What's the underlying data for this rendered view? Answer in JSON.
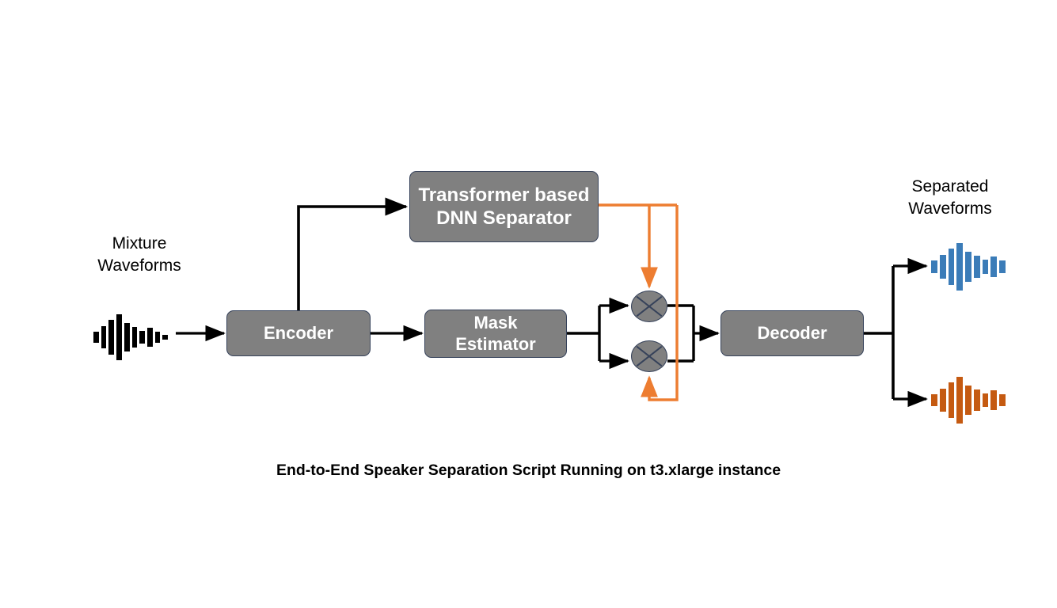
{
  "diagram": {
    "caption": "End-to-End Speaker Separation Script Running on t3.xlarge instance",
    "labels": {
      "mixture": "Mixture\nWaveforms",
      "separated": "Separated\nWaveforms"
    },
    "boxes": {
      "separator": "Transformer based\nDNN Separator",
      "encoder": "Encoder",
      "mask_estimator": "Mask\nEstimator",
      "decoder": "Decoder"
    },
    "nodes": {
      "multiply_top": "multiply",
      "multiply_bottom": "multiply"
    },
    "colors": {
      "box_fill": "#808080",
      "box_border": "#36425a",
      "box_text": "#ffffff",
      "arrow_black": "#000000",
      "mask_orange": "#ED7D31",
      "waveform_mixture": "#000000",
      "waveform_speaker_1": "#3B7CB8",
      "waveform_speaker_2": "#C55A11",
      "background": "#ffffff"
    },
    "waveforms": {
      "mixture": [
        14,
        28,
        44,
        58,
        36,
        26,
        16,
        24,
        14,
        6
      ],
      "speaker_1": [
        16,
        30,
        46,
        60,
        38,
        28,
        18,
        26,
        16
      ],
      "speaker_2": [
        15,
        29,
        45,
        59,
        37,
        27,
        17,
        25,
        15
      ]
    }
  }
}
